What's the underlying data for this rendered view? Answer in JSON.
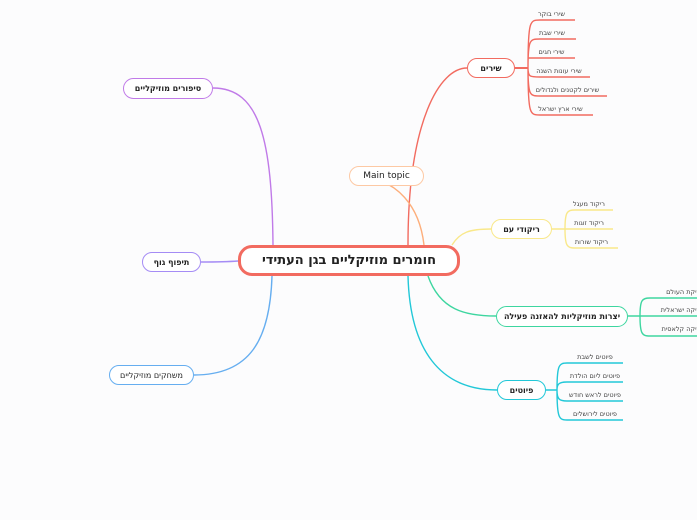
{
  "central": "חומרים מוזיקליים  בגן העתידי",
  "floating_topic": "Main topic",
  "branches": {
    "songs": {
      "label": "שירים",
      "color": "#f26b60",
      "items": [
        "שירי בוקר",
        "שירי שבת",
        "שירי חגים",
        "שירי עונות השנה",
        "שירים לקטנים ולגדולים",
        "שירי ארץ ישראל"
      ]
    },
    "dances": {
      "label": "ריקודי עם",
      "color": "#f7e37e",
      "items": [
        "ריקוד מעגל",
        "ריקוד זוגות",
        "ריקוד שורות"
      ]
    },
    "listening": {
      "label": "יצרות מוזיקליות להאזנה פעילה",
      "color": "#3ed6a0",
      "items": [
        "מוזיקת העולם",
        "מוזיקה ישראלית",
        "מוזיקה קלאסית"
      ]
    },
    "poems": {
      "label": "פיוטים",
      "color": "#22c8d8",
      "items": [
        "פיוטים לשבת",
        "פיוטים ליום הולדת",
        "פיוטים לראש חודש",
        "פיוטים לירושלים"
      ]
    },
    "stories": {
      "label": "סיפורים מוזיקליים",
      "color": "#c07ae8"
    },
    "body": {
      "label": "תיפוף גוף",
      "color": "#a58cf5"
    },
    "games": {
      "label": "משחקים מוזיקליים",
      "color": "#66aef0"
    }
  }
}
